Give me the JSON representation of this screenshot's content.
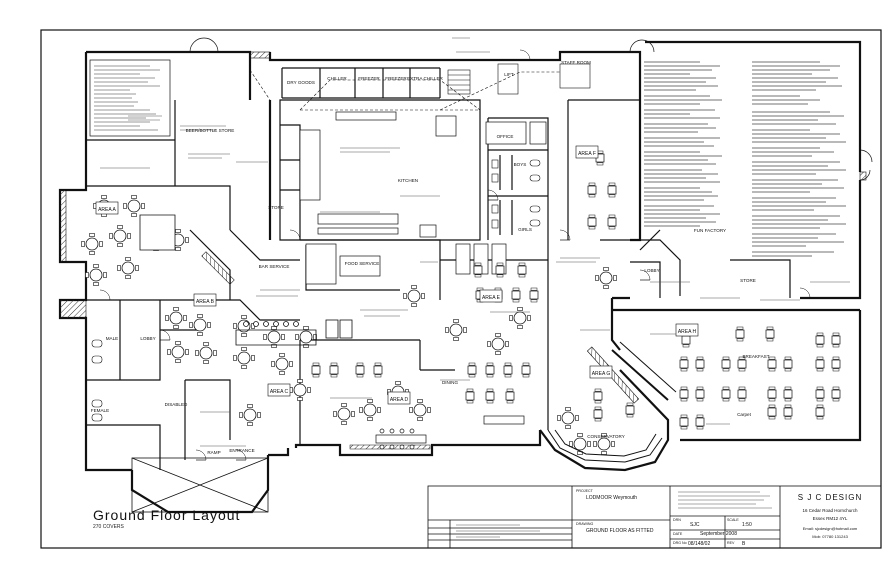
{
  "plan": {
    "title": "Ground Floor Layout",
    "covers": "270 COVERS"
  },
  "rooms": {
    "chiller": "CHILLER",
    "freezer1": "FREEZER",
    "freezer2": "FREEZER",
    "extra_chiller": "EXTRA CHILLER",
    "dry_goods": "DRY GOODS",
    "office": "OFFICE",
    "boys": "BOYS",
    "girls": "GIRLS",
    "kitchen": "KITCHEN",
    "store": "STORE",
    "store2": "STORE",
    "bar_service": "BAR SERVICE",
    "food_service": "FOOD SERVICE",
    "lobby": "LOBBY",
    "fun_factory": "FUN FACTORY",
    "breakfast": "BREAKFAST",
    "conservatory": "CONSERVATORY",
    "dining": "DINING",
    "entrance": "ENTRANCE",
    "drinks_bottle_store": "BEER/BOTTLE STORE",
    "male": "MALE",
    "female": "FEMALE",
    "disabled": "DISABLED",
    "lobby2": "LOBBY",
    "staff_room": "STAFF ROOM",
    "carpet": "Carpet",
    "lift": "LIFT",
    "ramp": "RAMP"
  },
  "areas": {
    "a": "AREA A",
    "b": "AREA B",
    "c": "AREA C",
    "d": "AREA D",
    "e": "AREA E",
    "f": "AREA F",
    "g": "AREA G",
    "h": "AREA H"
  },
  "title_block": {
    "company": "S J C DESIGN",
    "address_line1": "16 Cedar Road Hornchurch",
    "address_line2": "Essex RM12 4YL",
    "email": "Email: sjcdesign@hotmail.com",
    "phone": "Mob: 07780 131243",
    "project_label": "PROJECT",
    "project": "LODMOOR Weymouth",
    "drawing_label": "DRAWING",
    "drawing": "GROUND FLOOR AS FITTED",
    "drawn_label": "DRN",
    "drawn": "SJC",
    "scale_label": "SCALE",
    "scale": "1:50",
    "date_label": "DATE",
    "date": "September 2008",
    "number_label": "DRG No",
    "number": "08/148/02",
    "revision_label": "REV",
    "revision": "B"
  }
}
